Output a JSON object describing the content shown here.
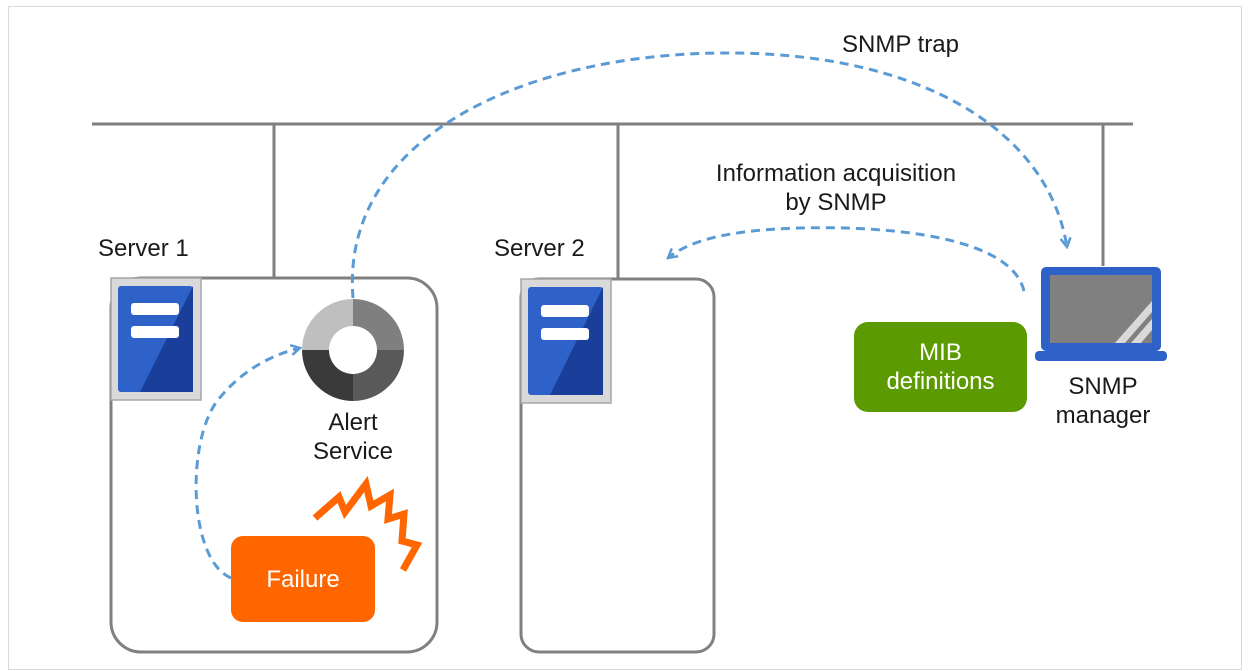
{
  "diagram": {
    "server1": {
      "label": "Server 1"
    },
    "server2": {
      "label": "Server 2"
    },
    "alert_service": {
      "line1": "Alert",
      "line2": "Service"
    },
    "failure": {
      "label": "Failure",
      "color": "#ff6600"
    },
    "mib": {
      "line1": "MIB",
      "line2": "definitions",
      "color": "#5b9a00"
    },
    "snmp_manager": {
      "line1": "SNMP",
      "line2": "manager"
    },
    "arrows": {
      "trap_label": "SNMP trap",
      "acquisition_line1": "Information acquisition",
      "acquisition_line2": "by SNMP",
      "color": "#5b9bd5"
    },
    "icons": [
      "server-icon",
      "alert-service-icon",
      "laptop-icon",
      "lightning-icon"
    ]
  }
}
